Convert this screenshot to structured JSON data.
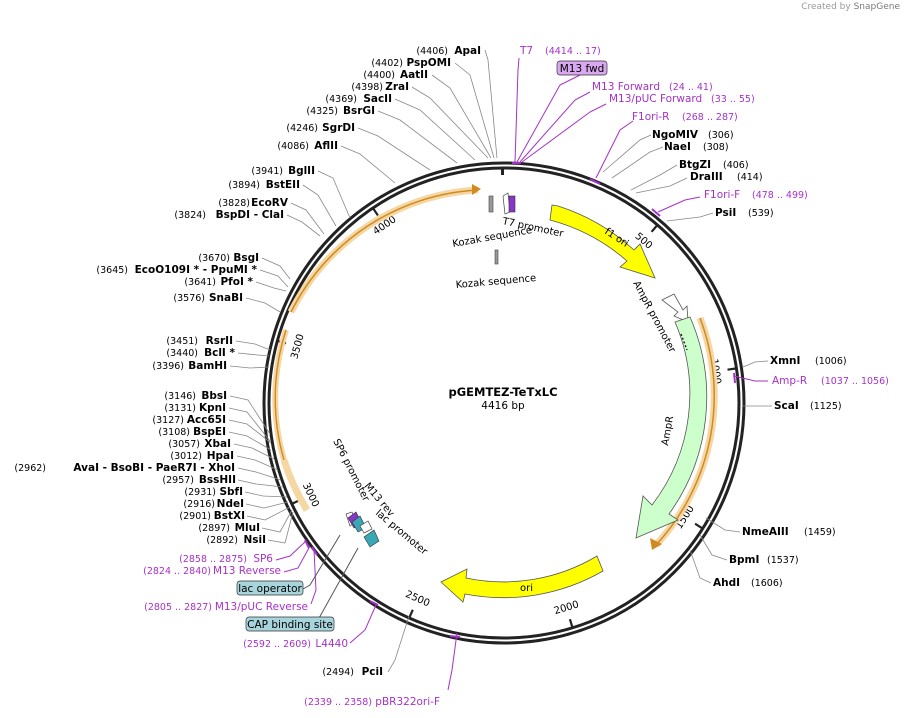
{
  "credit": {
    "prefix": "Created by",
    "brand": "SnapGene"
  },
  "plasmid": {
    "name": "pGEMTEZ-TeTxLC",
    "length": "4416 bp",
    "total_bp": 4416
  },
  "ticks": [
    "500",
    "1000",
    "1500",
    "2000",
    "2500",
    "3000",
    "3500",
    "4000"
  ],
  "colors": {
    "primer": "#a631c9",
    "orange": "#f0a030",
    "yellow": "#ffff00",
    "ampr": "#ccffcc",
    "operator": "#a8d4dc",
    "m13fwd": "#d9a8f0"
  },
  "enzymes_left": [
    {
      "name": "ApaI",
      "pos": "(4406)"
    },
    {
      "name": "PspOMI",
      "pos": "(4402)"
    },
    {
      "name": "AatII",
      "pos": "(4400)"
    },
    {
      "name": "ZraI",
      "pos": "(4398)"
    },
    {
      "name": "SacII",
      "pos": "(4369)"
    },
    {
      "name": "BsrGI",
      "pos": "(4325)"
    },
    {
      "name": "SgrDI",
      "pos": "(4246)"
    },
    {
      "name": "AflII",
      "pos": "(4086)"
    },
    {
      "name": "BglII",
      "pos": "(3941)"
    },
    {
      "name": "BstEII",
      "pos": "(3894)"
    },
    {
      "name": "EcoRV",
      "pos": "(3828)"
    },
    {
      "name": "BspDI  - ClaI",
      "pos": "(3824)"
    },
    {
      "name": "BsgI",
      "pos": "(3670)"
    },
    {
      "name": "EcoO109I *  - PpuMI *",
      "pos": "(3645)"
    },
    {
      "name": "PfoI *",
      "pos": "(3641)"
    },
    {
      "name": "SnaBI",
      "pos": "(3576)"
    },
    {
      "name": "RsrII",
      "pos": "(3451)"
    },
    {
      "name": "BclI *",
      "pos": "(3440)"
    },
    {
      "name": "BamHI",
      "pos": "(3396)"
    },
    {
      "name": "BbsI",
      "pos": "(3146)"
    },
    {
      "name": "KpnI",
      "pos": "(3131)"
    },
    {
      "name": "Acc65I",
      "pos": "(3127)"
    },
    {
      "name": "BspEI",
      "pos": "(3108)"
    },
    {
      "name": "XbaI",
      "pos": "(3057)"
    },
    {
      "name": "HpaI",
      "pos": "(3012)"
    },
    {
      "name": "AvaI   - BsoBI   - PaeR7I   - XhoI",
      "pos": "(2962)"
    },
    {
      "name": "BssHII",
      "pos": "(2957)"
    },
    {
      "name": "SbfI",
      "pos": "(2931)"
    },
    {
      "name": "NdeI",
      "pos": "(2916)"
    },
    {
      "name": "BstXI",
      "pos": "(2901)"
    },
    {
      "name": "MluI",
      "pos": "(2897)"
    },
    {
      "name": "NsiI",
      "pos": "(2892)"
    },
    {
      "name": "PciI",
      "pos": "(2494)"
    }
  ],
  "enzymes_right": [
    {
      "name": "NgoMIV",
      "pos": "(306)"
    },
    {
      "name": "NaeI",
      "pos": "(308)"
    },
    {
      "name": "BtgZI",
      "pos": "(406)"
    },
    {
      "name": "DraIII",
      "pos": "(414)"
    },
    {
      "name": "PsiI",
      "pos": "(539)"
    },
    {
      "name": "XmnI",
      "pos": "(1006)"
    },
    {
      "name": "ScaI",
      "pos": "(1125)"
    },
    {
      "name": "NmeAIII",
      "pos": "(1459)"
    },
    {
      "name": "BpmI",
      "pos": "(1537)"
    },
    {
      "name": "AhdI",
      "pos": "(1606)"
    }
  ],
  "primers": [
    {
      "name": "T7",
      "pos": "(4414 .. 17)"
    },
    {
      "name": "M13 fwd",
      "pos": ""
    },
    {
      "name": "M13 Forward",
      "pos": "(24 .. 41)"
    },
    {
      "name": "M13/pUC Forward",
      "pos": "(33 .. 55)"
    },
    {
      "name": "F1ori-R",
      "pos": "(268 .. 287)"
    },
    {
      "name": "F1ori-F",
      "pos": "(478 .. 499)"
    },
    {
      "name": "Amp-R",
      "pos": "(1037 .. 1056)"
    },
    {
      "name": "SP6",
      "pos": "(2858 .. 2875)"
    },
    {
      "name": "M13 Reverse",
      "pos": "(2824 .. 2840)"
    },
    {
      "name": "M13/pUC Reverse",
      "pos": "(2805 .. 2827)"
    },
    {
      "name": "L4440",
      "pos": "(2592 .. 2609)"
    },
    {
      "name": "pBR322ori-F",
      "pos": "(2339 .. 2358)"
    }
  ],
  "features": {
    "kozak1": "Kozak sequence",
    "kozak2": "Kozak sequence",
    "t7promoter": "T7 promoter",
    "f1ori": "f1 ori",
    "amprpromoter": "AmpR promoter",
    "ampr": "AmpR",
    "ori": "ori",
    "sp6promoter": "SP6 promoter",
    "m13rev": "M13 rev",
    "lacpromoter": "lac promoter",
    "lacoperator": "lac operator",
    "capsite": "CAP binding site"
  }
}
